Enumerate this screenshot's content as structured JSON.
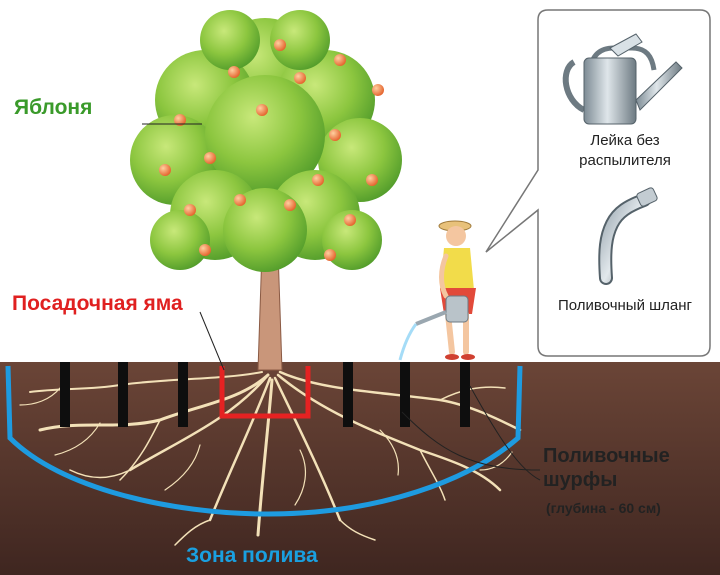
{
  "labels": {
    "apple_tree": "Яблоня",
    "planting_pit": "Посадочная яма",
    "watering_can": "Лейка без распылителя",
    "hose": "Поливочный шланг",
    "shafts": "Поливочные шурфы",
    "shafts_depth": "(глубина - 60 см)",
    "watering_zone": "Зона полива"
  },
  "colors": {
    "apple_label": "#3a9a2a",
    "pit_label": "#e02020",
    "zone_label": "#1aa0e0",
    "dark_text": "#222222",
    "soil": "#5a3a2e",
    "pit_outline": "#e52222",
    "zone_arc": "#1e9be0",
    "shaft": "#111111",
    "roots": "#f2dfb6",
    "trunk": "#c9967a",
    "foliage": "#7dc242",
    "apple": "#e8743b"
  },
  "icons": [
    "watering-can-icon",
    "hose-icon"
  ]
}
